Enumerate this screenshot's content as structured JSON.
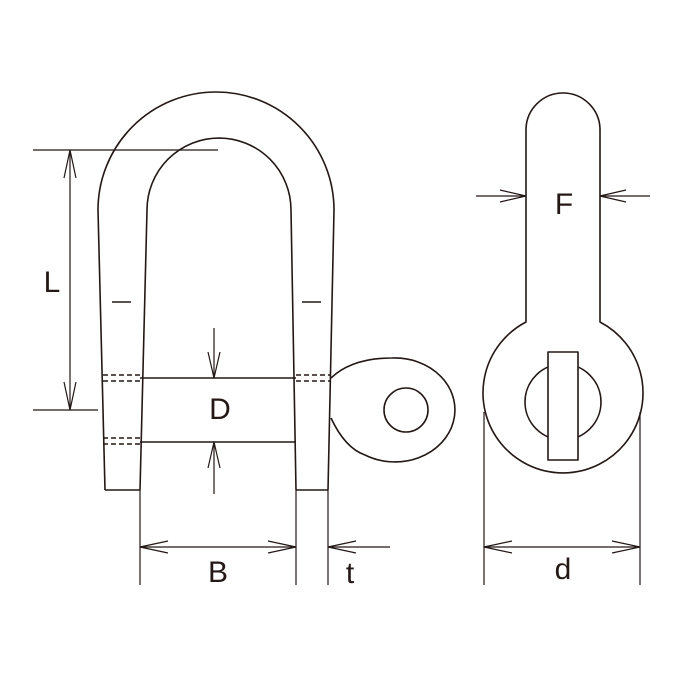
{
  "diagram": {
    "line_color": "#231815",
    "background": "#ffffff",
    "labels": {
      "L": "L",
      "D": "D",
      "B": "B",
      "t": "t",
      "F": "F",
      "d": "d"
    }
  }
}
